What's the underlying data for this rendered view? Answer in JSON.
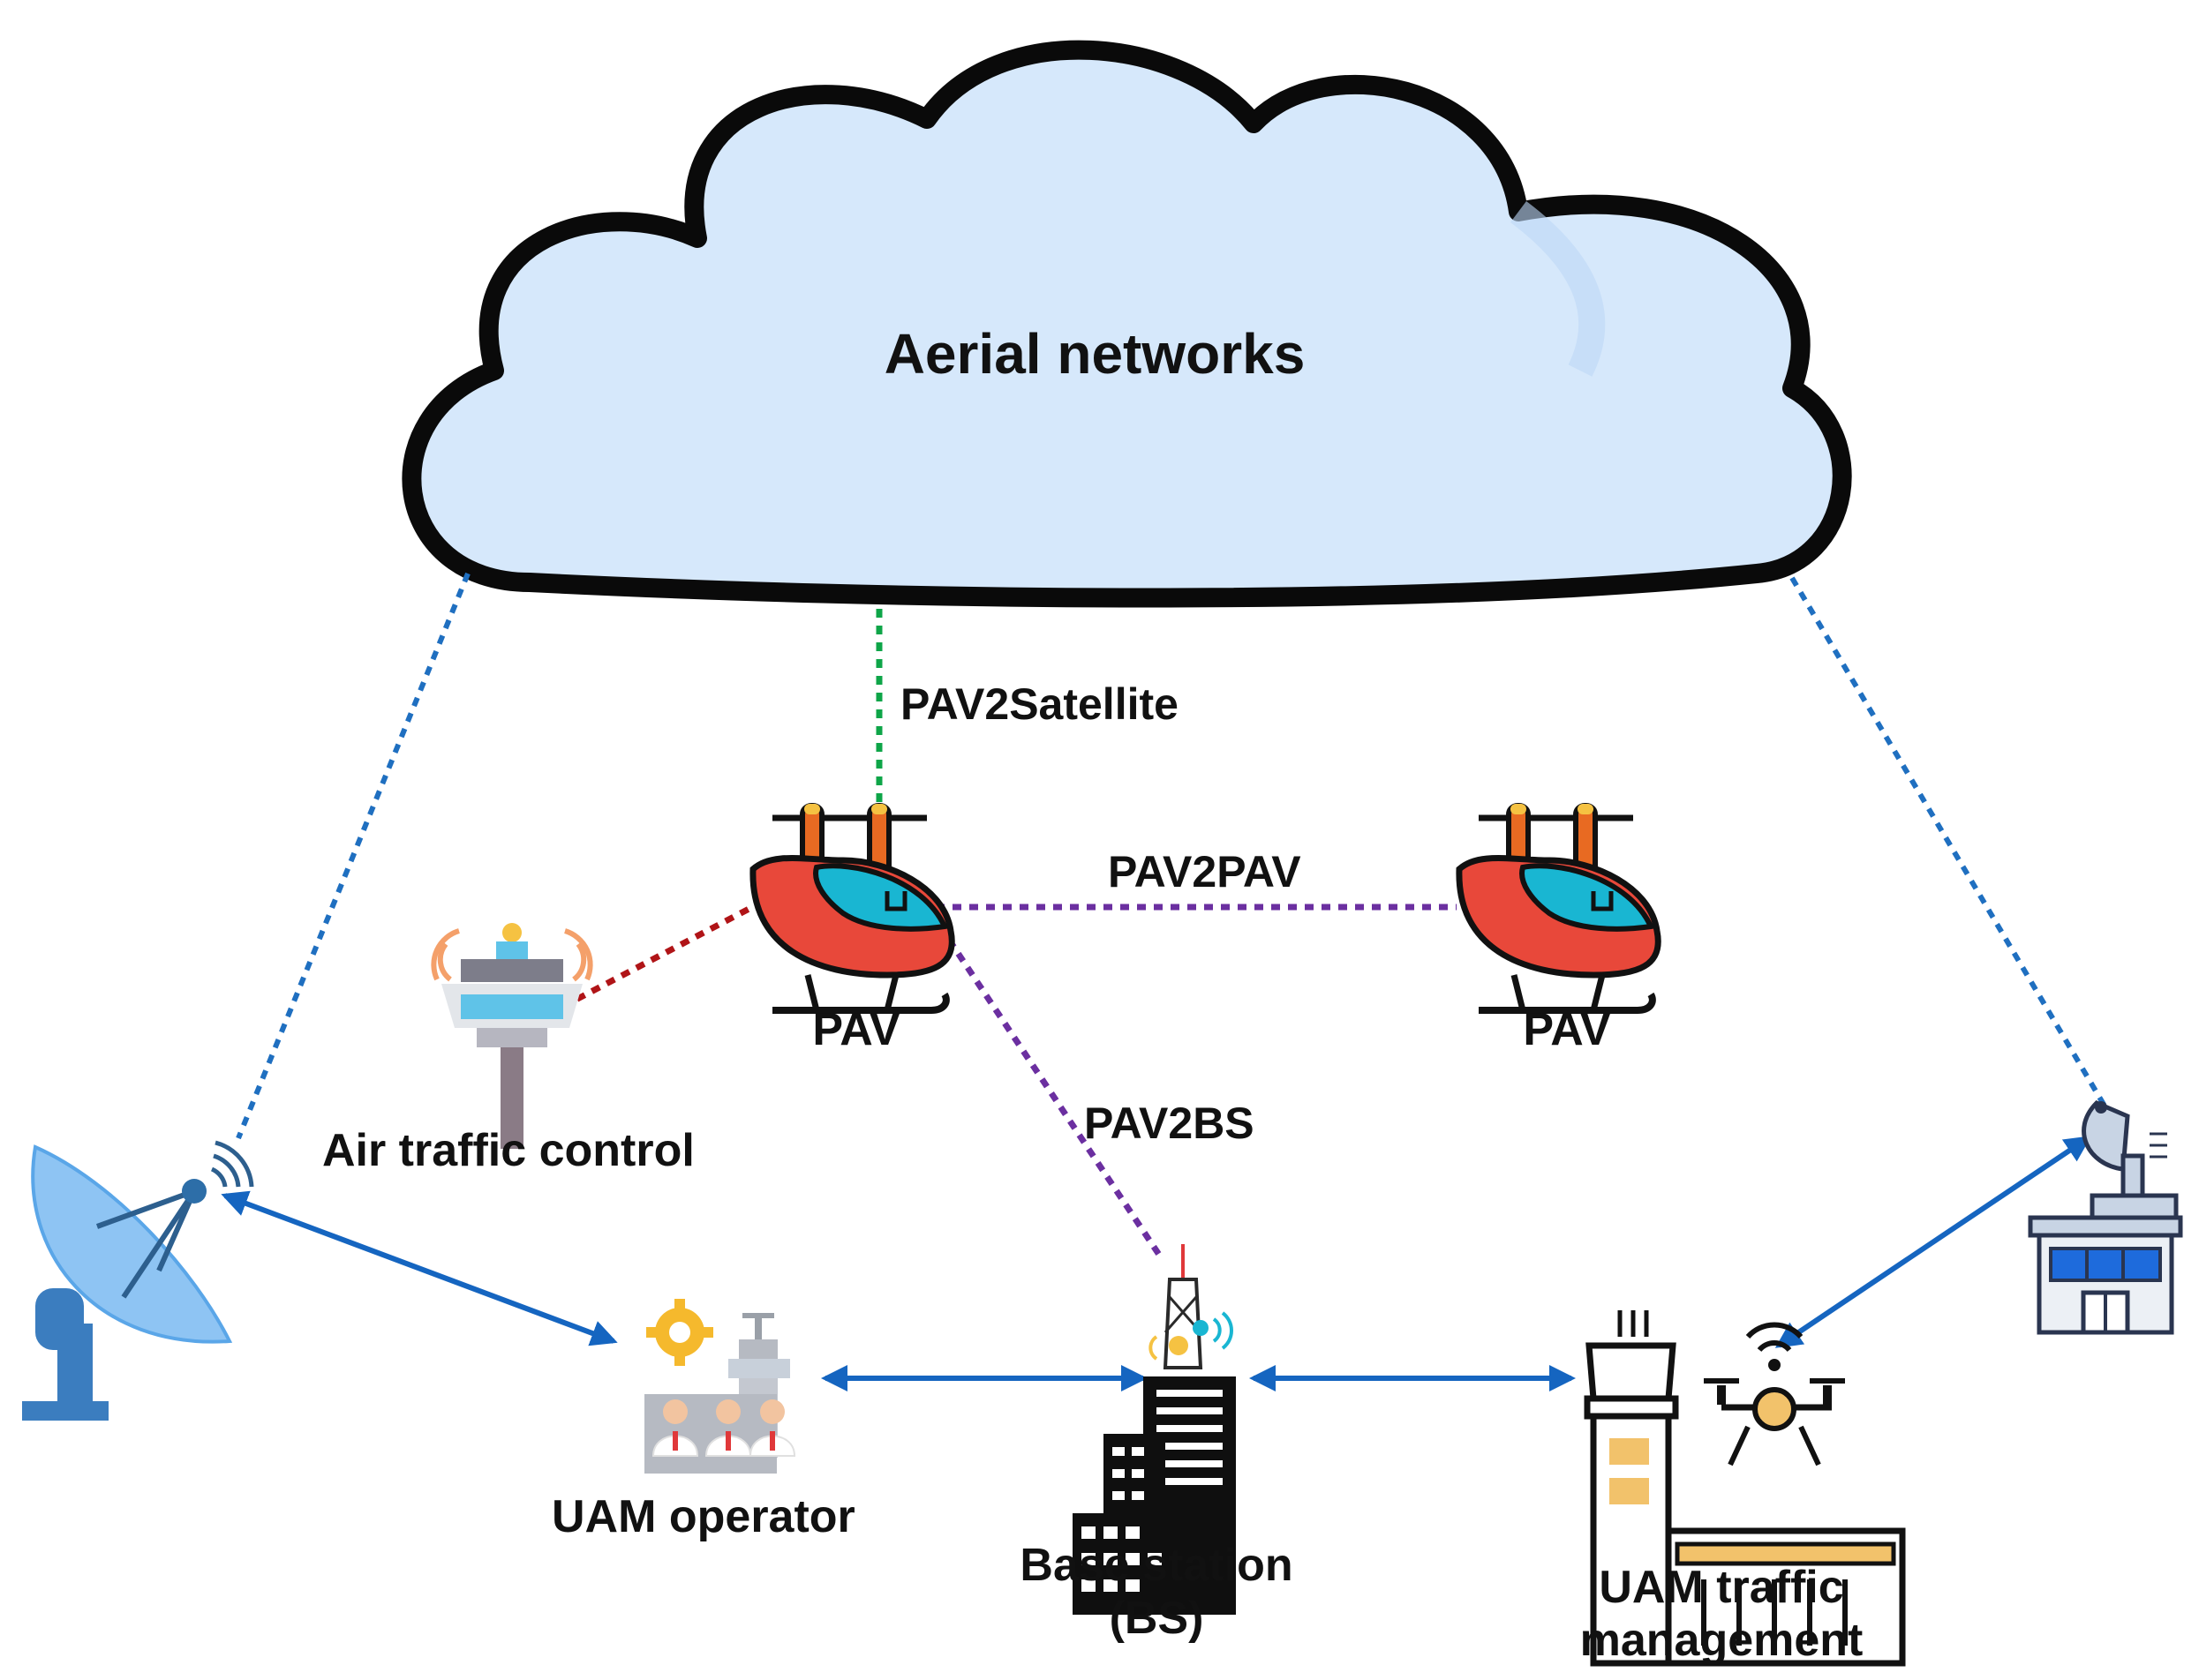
{
  "colors": {
    "cloud_fill": "#d6e8fb",
    "cloud_stroke": "#0a0a0a",
    "link_satellite": "#0ea548",
    "link_pav2pav": "#6b2fa0",
    "link_pav2bs": "#6b2fa0",
    "link_atc": "#b01417",
    "link_ground_dotted": "#1f6fc0",
    "link_solid": "#1565c0",
    "pav_body": "#e8483a",
    "pav_canopy": "#19b6d2",
    "pav_rotor": "#e86a22"
  },
  "cloud": {
    "label": "Aerial networks",
    "icon": "cloud-icon"
  },
  "links": {
    "pav2satellite": "PAV2Satellite",
    "pav2pav": "PAV2PAV",
    "pav2bs": "PAV2BS"
  },
  "nodes": {
    "pav_left": {
      "label": "PAV",
      "icon": "pav-aircraft-icon"
    },
    "pav_right": {
      "label": "PAV",
      "icon": "pav-aircraft-icon"
    },
    "atc": {
      "label": "Air traffic control",
      "icon": "control-tower-icon"
    },
    "satellite_dish": {
      "icon": "satellite-dish-icon"
    },
    "uam_operator": {
      "label": "UAM operator",
      "icon": "uam-operator-icon"
    },
    "base_station": {
      "label_line1": "Base station",
      "label_line2": "(BS)",
      "icon": "base-station-icon"
    },
    "uam_traffic": {
      "label_line1": "UAM traffic",
      "label_line2": "management",
      "icon": "uam-traffic-management-icon"
    },
    "ground_station": {
      "icon": "ground-radar-station-icon"
    }
  }
}
